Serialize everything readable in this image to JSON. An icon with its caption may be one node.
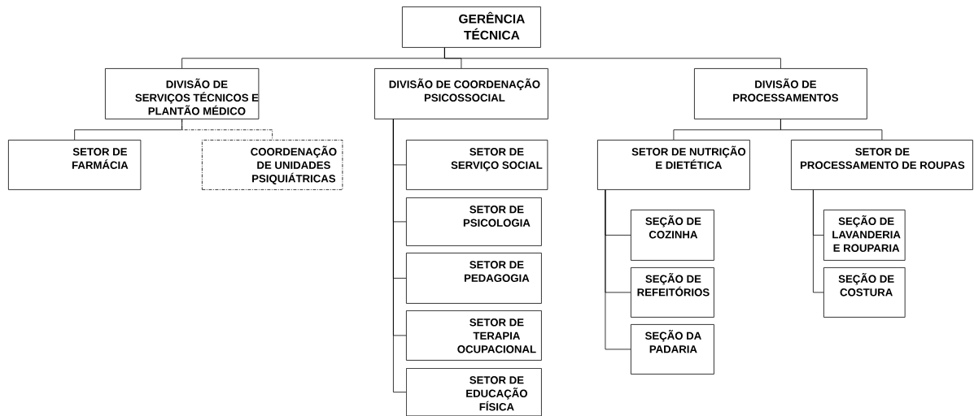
{
  "diagram": {
    "nodes": [
      {
        "text": [
          "GERÊNCIA TÉCNICA"
        ]
      },
      {
        "text": [
          "DIVISÃO DE SERVIÇOS TÉCNICOS E PLANTÃO MÉDICO"
        ]
      },
      {
        "text": [
          "DIVISÃO DE COORDENAÇÃO PSICOSSOCIAL"
        ]
      },
      {
        "text": [
          "DIVISÃO DE PROCESSAMENTOS"
        ]
      },
      {
        "text": [
          "SETOR DE FARMÁCIA"
        ]
      },
      {
        "text": [
          "COORDENAÇÃO DE UNIDADES PSIQUIÁTRICAS"
        ]
      },
      {
        "text": [
          "SETOR DE SERVIÇO SOCIAL"
        ]
      },
      {
        "text": [
          "SETOR DE PSICOLOGIA"
        ]
      },
      {
        "text": [
          "SETOR DE PEDAGOGIA"
        ]
      },
      {
        "text": [
          "SETOR DE TERAPIA OCUPACIONAL"
        ]
      },
      {
        "text": [
          "SETOR DE EDUCAÇÃO FÍSICA"
        ]
      },
      {
        "text": [
          "SETOR DE NUTRIÇÃO E DIETÉTICA"
        ]
      },
      {
        "text": [
          "SETOR DE PROCESSAMENTO DE ROUPAS"
        ]
      },
      {
        "text": [
          "SEÇÃO DE COZINHA"
        ]
      },
      {
        "text": [
          "SEÇÃO DE REFEITÓRIOS"
        ]
      },
      {
        "text": [
          "SEÇÃO DA PADARIA"
        ]
      },
      {
        "text": [
          "SEÇÃO DE LAVANDERIA E ROUPARIA"
        ]
      },
      {
        "text": [
          "SEÇÃO DE COSTURA"
        ]
      }
    ],
    "edges": [
      {
        "from": 0,
        "to": 1,
        "arrow": "none"
      },
      {
        "from": 0,
        "to": 2,
        "arrow": "none"
      },
      {
        "from": 0,
        "to": 3,
        "arrow": "none"
      },
      {
        "from": 1,
        "to": 4,
        "arrow": "none"
      },
      {
        "from": 1,
        "to": 5,
        "arrow": "none",
        "style": "dashed"
      },
      {
        "from": 2,
        "to": 6,
        "arrow": "none"
      },
      {
        "from": 2,
        "to": 7,
        "arrow": "none"
      },
      {
        "from": 2,
        "to": 8,
        "arrow": "none"
      },
      {
        "from": 2,
        "to": 9,
        "arrow": "none"
      },
      {
        "from": 2,
        "to": 10,
        "arrow": "none"
      },
      {
        "from": 3,
        "to": 11,
        "arrow": "none"
      },
      {
        "from": 3,
        "to": 12,
        "arrow": "none"
      },
      {
        "from": 11,
        "to": 13,
        "arrow": "none"
      },
      {
        "from": 11,
        "to": 14,
        "arrow": "none"
      },
      {
        "from": 11,
        "to": 15,
        "arrow": "none"
      },
      {
        "from": 12,
        "to": 16,
        "arrow": "none"
      },
      {
        "from": 12,
        "to": 17,
        "arrow": "none"
      }
    ]
  }
}
